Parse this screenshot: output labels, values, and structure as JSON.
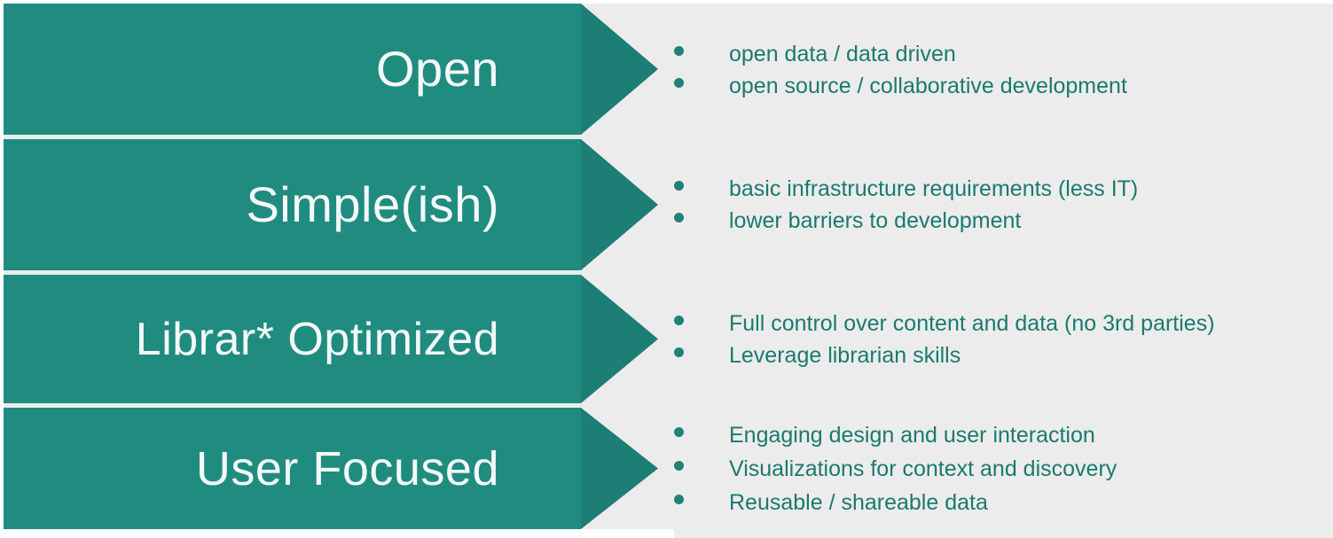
{
  "slide": {
    "background_color": "#ececec",
    "chevron_body_color": "#208c80",
    "chevron_head_color": "#1c7e74",
    "label_color": "#f4f8f8",
    "bullet_text_color": "#1a7a6e",
    "bullet_dot_color": "#1e8278",
    "bullet_glyph": "bullet-dot-icon"
  },
  "rows": [
    {
      "label": "Open",
      "bullets": [
        "open data / data driven",
        "open source / collaborative development"
      ]
    },
    {
      "label": "Simple(ish)",
      "bullets": [
        "basic infrastructure requirements (less IT)",
        "lower barriers to development"
      ]
    },
    {
      "label": "Librar* Optimized",
      "bullets": [
        "Full control over content and data (no 3rd parties)",
        "Leverage librarian skills"
      ]
    },
    {
      "label": "User Focused",
      "bullets": [
        "Engaging design and user interaction",
        "Visualizations for context and discovery",
        "Reusable / shareable data"
      ]
    }
  ]
}
